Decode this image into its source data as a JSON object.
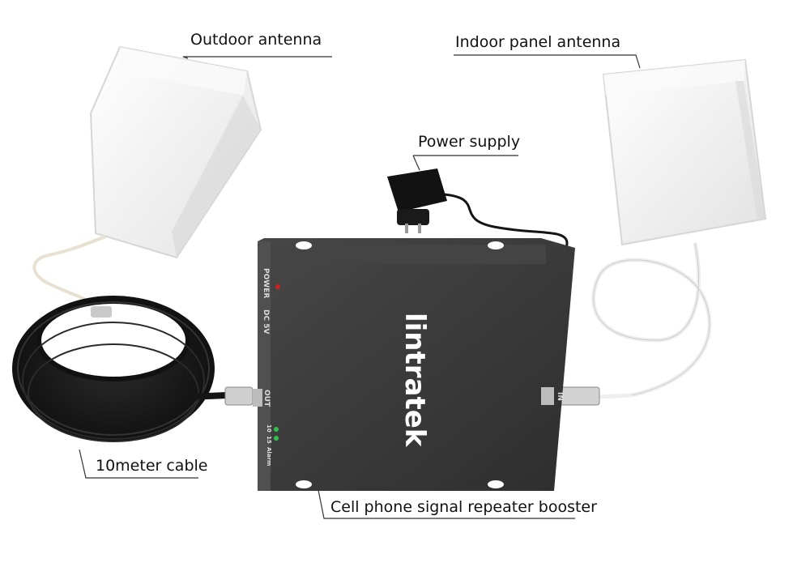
{
  "labels": {
    "outdoor_antenna": "Outdoor antenna",
    "indoor_antenna": "Indoor panel antenna",
    "power_supply": "Power supply",
    "cable": "10meter cable",
    "booster": "Cell phone signal repeater booster"
  },
  "device": {
    "brand": "lintratek",
    "power": "POWER",
    "dc": "DC 5V",
    "out": "OUT",
    "in": "IN",
    "led_labels": [
      "10",
      "15",
      "Alarm"
    ]
  },
  "colors": {
    "antenna_face": "#f3f3f3",
    "antenna_edge": "#d8d8d8",
    "device_body": "#3a3a3a",
    "cable_black": "#151515",
    "cable_white": "#eeeeee",
    "leader_line": "#333333"
  }
}
